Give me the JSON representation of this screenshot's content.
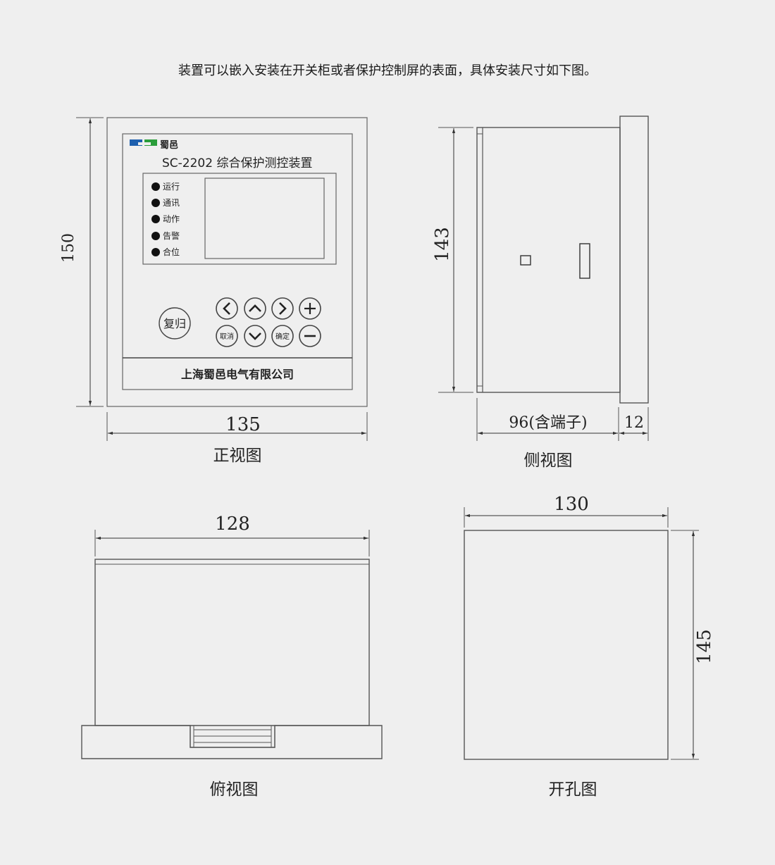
{
  "intro_text": "装置可以嵌入安装在开关柜或者保护控制屏的表面，具体安装尺寸如下图。",
  "front_view": {
    "caption": "正视图",
    "brand": "蜀邑",
    "model_title": "SC-2202 综合保护测控装置",
    "leds": [
      "运行",
      "通讯",
      "动作",
      "告警",
      "合位"
    ],
    "buttons": {
      "reset": "复归",
      "cancel": "取消",
      "confirm": "确定"
    },
    "company": "上海蜀邑电气有限公司",
    "dim_height": "150",
    "dim_width": "135"
  },
  "side_view": {
    "caption": "侧视图",
    "dim_height": "143",
    "dim_depth": "96(含端子)",
    "dim_panel": "12"
  },
  "top_view": {
    "caption": "俯视图",
    "dim_width": "128"
  },
  "cutout_view": {
    "caption": "开孔图",
    "dim_width": "130",
    "dim_height": "145"
  },
  "colors": {
    "background": "#efefef",
    "line": "#555555",
    "logo_blue": "#1d5fae",
    "logo_green": "#2a9d3a",
    "led": "#111111"
  },
  "icons": [
    "arrow-left-icon",
    "arrow-up-icon",
    "arrow-right-icon",
    "plus-icon",
    "arrow-down-icon",
    "minus-icon"
  ]
}
